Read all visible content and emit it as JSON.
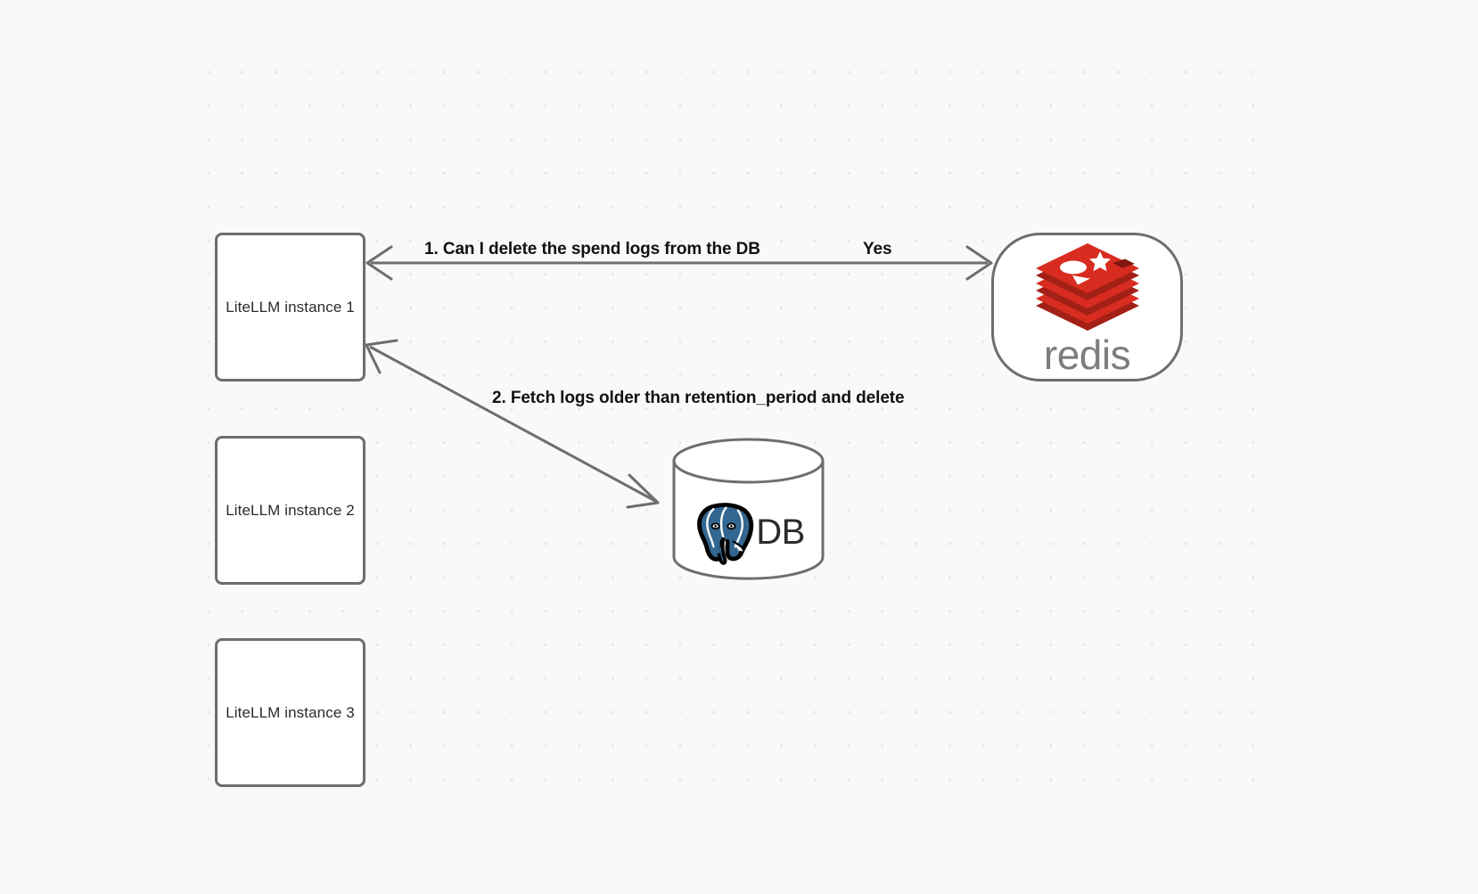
{
  "canvas": {
    "background_color": "#f9f9f9",
    "grid": "dot-grid",
    "grid_dot_color": "#e6e7e8"
  },
  "nodes": [
    {
      "id": "litellm-1",
      "label": "LiteLLM instance 1",
      "shape": "rounded-rectangle",
      "border_color": "#6e6e6e",
      "fill_color": "#ffffff"
    },
    {
      "id": "litellm-2",
      "label": "LiteLLM instance 2",
      "shape": "rounded-rectangle",
      "border_color": "#6e6e6e",
      "fill_color": "#ffffff"
    },
    {
      "id": "litellm-3",
      "label": "LiteLLM instance 3",
      "shape": "rounded-rectangle",
      "border_color": "#6e6e6e",
      "fill_color": "#ffffff"
    },
    {
      "id": "redis",
      "label": "redis",
      "shape": "stadium",
      "logo": "redis-logo",
      "logo_color": "#d82c20",
      "wordmark_color": "#7a7a7a",
      "border_color": "#6e6e6e",
      "fill_color": "#ffffff"
    },
    {
      "id": "postgres",
      "label": "DB",
      "shape": "cylinder",
      "logo": "postgresql-elephant-icon",
      "logo_color": "#336791",
      "border_color": "#6e6e6e",
      "fill_color": "#ffffff"
    }
  ],
  "edges": [
    {
      "id": "edge-1",
      "from": "litellm-1",
      "to": "redis",
      "label": "1.  Can I delete the spend logs from the DB",
      "reply_label": "Yes",
      "stroke_color": "#6e6e6e",
      "arrowheads": "both"
    },
    {
      "id": "edge-2",
      "from": "postgres",
      "to": "litellm-1",
      "label": "2.  Fetch logs older than retention_period and delete",
      "stroke_color": "#6e6e6e",
      "arrowheads": "both"
    }
  ]
}
